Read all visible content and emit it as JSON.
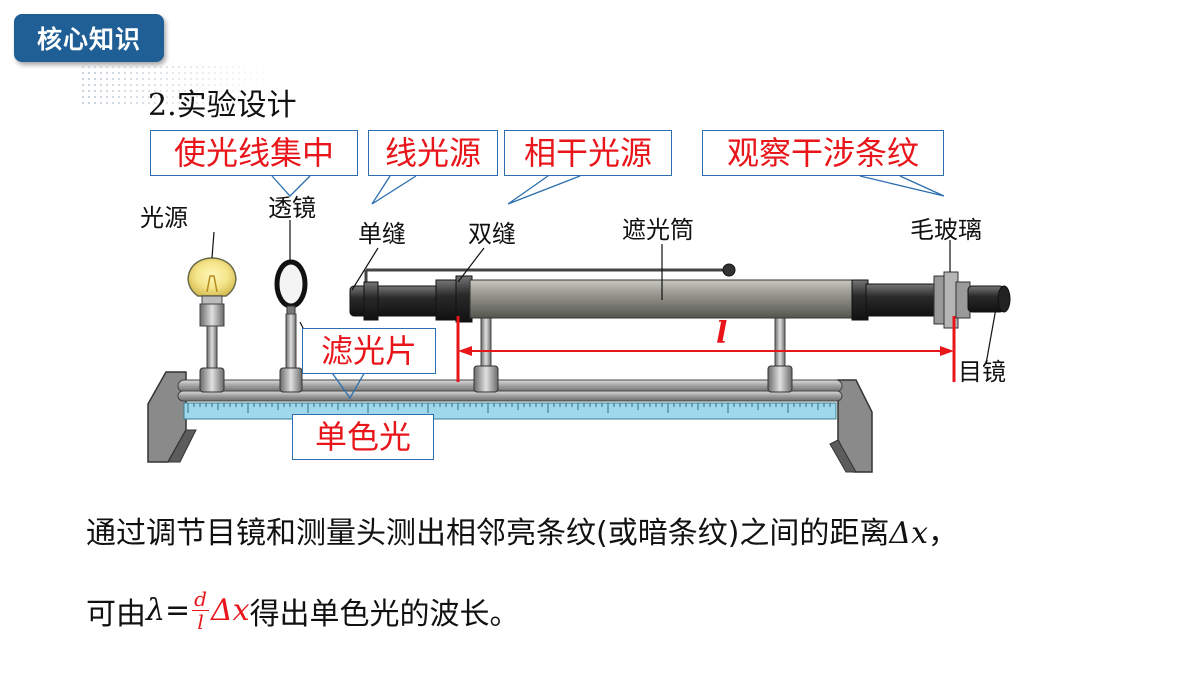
{
  "header": {
    "badge": "核心知识"
  },
  "section_title": "2.实验设计",
  "callouts": {
    "concentrate": "使光线集中",
    "line_source": "线光源",
    "coherent_source": "相干光源",
    "observe_fringes": "观察干涉条纹",
    "filter": "滤光片",
    "monochromatic": "单色光"
  },
  "parts": {
    "light_source": "光源",
    "lens": "透镜",
    "single_slit": "单缝",
    "double_slit": "双缝",
    "shade_tube": "遮光筒",
    "frosted_glass": "毛玻璃",
    "eyepiece": "目镜",
    "length_symbol": "l"
  },
  "text": {
    "line1_main": "通过调节目镜和测量头测出相邻亮条纹(或暗条纹)之间的距离",
    "line1_symbol": "Δx",
    "line1_end": "，",
    "line2_start": "可由",
    "line2_lambda": "λ",
    "line2_eq": "=",
    "frac_num": "d",
    "frac_den": "l",
    "line2_dx": "Δx",
    "line2_end": " 得出单色光的波长。"
  },
  "colors": {
    "accent_blue": "#1f5f95",
    "callout_red": "#e8161b",
    "rail_blue": "#9fd8ea"
  }
}
